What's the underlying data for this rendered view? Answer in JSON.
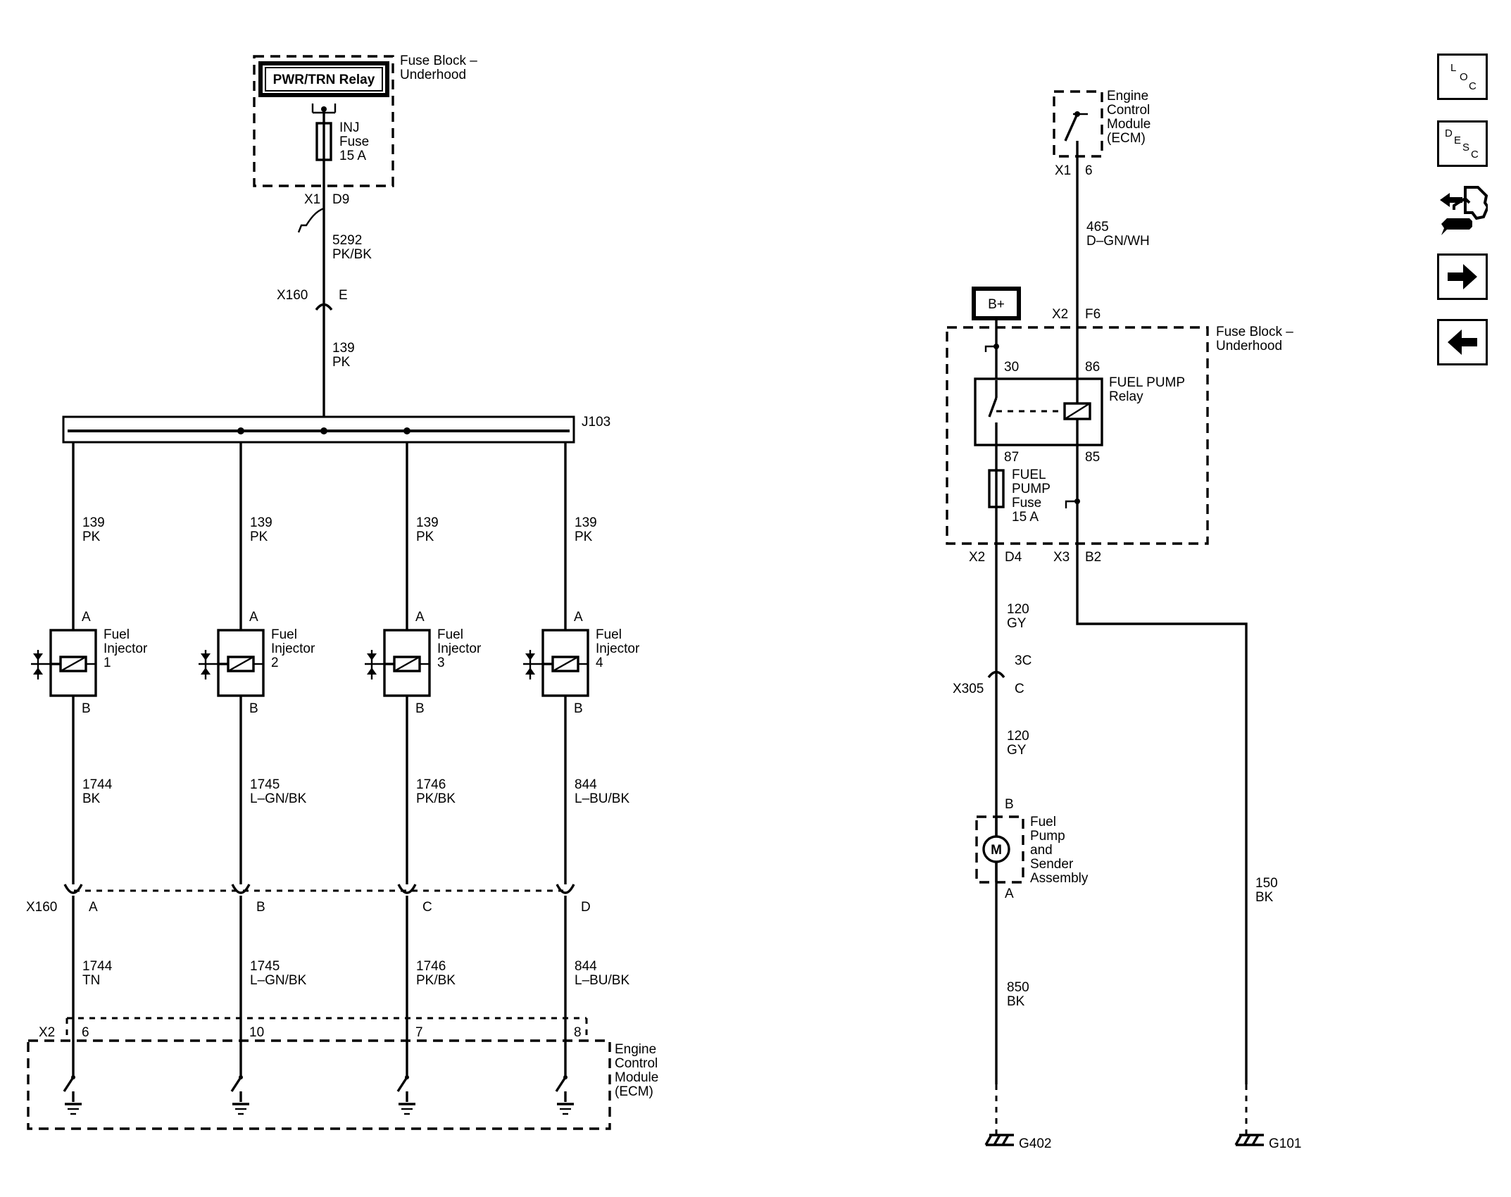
{
  "left_circuit": {
    "fuse_block_label": [
      "Fuse Block –",
      "Underhood"
    ],
    "relay_label": "PWR/TRN Relay",
    "inj_fuse_label": [
      "INJ",
      "Fuse",
      "15 A"
    ],
    "conn_x1": "X1",
    "pin_d9": "D9",
    "wire_5292": [
      "5292",
      "PK/BK"
    ],
    "conn_x160": "X160",
    "pin_e": "E",
    "wire_139_main": [
      "139",
      "PK"
    ],
    "splice": "J103",
    "branches": [
      {
        "feed": [
          "139",
          "PK"
        ],
        "pin_a": "A",
        "injector": [
          "Fuel",
          "Injector",
          "1"
        ],
        "pin_b": "B",
        "wire_mid": [
          "1744",
          "BK"
        ],
        "x160_pin": "A",
        "wire_low": [
          "1744",
          "TN"
        ],
        "ecm_pin": "6"
      },
      {
        "feed": [
          "139",
          "PK"
        ],
        "pin_a": "A",
        "injector": [
          "Fuel",
          "Injector",
          "2"
        ],
        "pin_b": "B",
        "wire_mid": [
          "1745",
          "L–GN/BK"
        ],
        "x160_pin": "B",
        "wire_low": [
          "1745",
          "L–GN/BK"
        ],
        "ecm_pin": "10"
      },
      {
        "feed": [
          "139",
          "PK"
        ],
        "pin_a": "A",
        "injector": [
          "Fuel",
          "Injector",
          "3"
        ],
        "pin_b": "B",
        "wire_mid": [
          "1746",
          "PK/BK"
        ],
        "x160_pin": "C",
        "wire_low": [
          "1746",
          "PK/BK"
        ],
        "ecm_pin": "7"
      },
      {
        "feed": [
          "139",
          "PK"
        ],
        "pin_a": "A",
        "injector": [
          "Fuel",
          "Injector",
          "4"
        ],
        "pin_b": "B",
        "wire_mid": [
          "844",
          "L–BU/BK"
        ],
        "x160_pin": "D",
        "wire_low": [
          "844",
          "L–BU/BK"
        ],
        "ecm_pin": "8"
      }
    ],
    "conn_x160_bottom": "X160",
    "conn_x2": "X2",
    "ecm_label": [
      "Engine",
      "Control",
      "Module",
      "(ECM)"
    ]
  },
  "right_circuit": {
    "ecm_label": [
      "Engine",
      "Control",
      "Module",
      "(ECM)"
    ],
    "conn_x1": "X1",
    "pin_6": "6",
    "wire_465": [
      "465",
      "D–GN/WH"
    ],
    "bplus": "B+",
    "conn_x2_top": "X2",
    "pin_f6": "F6",
    "fuse_block_label": [
      "Fuse Block –",
      "Underhood"
    ],
    "relay_pins": {
      "p30": "30",
      "p86": "86",
      "p87": "87",
      "p85": "85"
    },
    "relay_label": [
      "FUEL PUMP",
      "Relay"
    ],
    "fuse_label": [
      "FUEL",
      "PUMP",
      "Fuse",
      "15 A"
    ],
    "conn_x2_bot": "X2",
    "pin_d4": "D4",
    "conn_x3": "X3",
    "pin_b2": "B2",
    "wire_120_a": [
      "120",
      "GY"
    ],
    "pin_3c": "3C",
    "conn_x305": "X305",
    "pin_c": "C",
    "wire_120_b": [
      "120",
      "GY"
    ],
    "pin_b": "B",
    "motor": "M",
    "pump_label": [
      "Fuel",
      "Pump",
      "and",
      "Sender",
      "Assembly"
    ],
    "pin_a": "A",
    "wire_850": [
      "850",
      "BK"
    ],
    "wire_150": [
      "150",
      "BK"
    ],
    "ground_g402": "G402",
    "ground_g101": "G101"
  },
  "nav": {
    "loc": {
      "l1": "L",
      "l2": "O",
      "l3": "C"
    },
    "desc": {
      "l1": "D",
      "l2": "E",
      "l3": "S",
      "l4": "C"
    }
  }
}
